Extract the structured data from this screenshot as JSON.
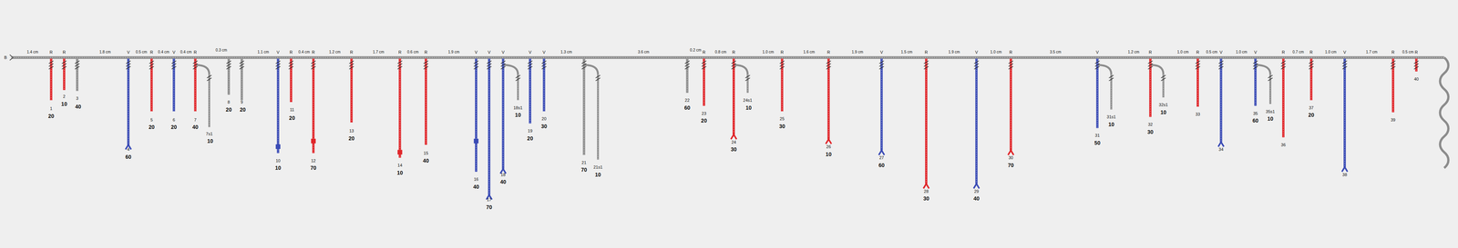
{
  "diagram": {
    "labels": [
      "B",
      "1.4 cm",
      "R",
      "1",
      "20",
      "R",
      "2",
      "10",
      "3",
      "40",
      "1.8 cm",
      "V",
      "4",
      "60",
      "0.5 cm",
      "R",
      "5",
      "20",
      "0.4 cm",
      "V",
      "6",
      "20",
      "0.4 cm",
      "R",
      "7",
      "40",
      "7s1",
      "10",
      "0.3 cm",
      "8",
      "20",
      "9",
      "20",
      "1.1 cm",
      "V",
      "10",
      "10",
      "R",
      "11",
      "20",
      "0.4 cm",
      "R",
      "12",
      "70",
      "1.2 cm",
      "R",
      "13",
      "20",
      "1.7 cm",
      "R",
      "14",
      "10",
      "0.6 cm",
      "R",
      "15",
      "40",
      "1.9 cm",
      "V",
      "16",
      "40",
      "V",
      "17",
      "70",
      "V",
      "18",
      "40",
      "18s1",
      "10",
      "V",
      "19",
      "20",
      "V",
      "20",
      "30",
      "1.3 cm",
      "21",
      "70",
      "21s1",
      "10",
      "3.6 cm",
      "22",
      "60",
      "0.2 cm",
      "R",
      "23",
      "20",
      "0.8 cm",
      "R",
      "24",
      "30",
      "24s1",
      "10",
      "1.0 cm",
      "R",
      "25",
      "30",
      "1.6 cm",
      "R",
      "26",
      "10",
      "1.9 cm",
      "V",
      "27",
      "60",
      "1.5 cm",
      "R",
      "28",
      "30",
      "1.9 cm",
      "V",
      "29",
      "40",
      "1.0 cm",
      "R",
      "30",
      "70",
      "3.5 cm",
      "V",
      "31",
      "50",
      "31s1",
      "10",
      "1.2 cm",
      "R",
      "32",
      "30",
      "32s1",
      "10",
      "1.0 cm",
      "R",
      "33",
      "0.5 cm",
      "V",
      "34",
      "1.0 cm",
      "V",
      "35",
      "60",
      "35s1",
      "10",
      "R",
      "36",
      "0.7 cm",
      "R",
      "37",
      "20",
      "1.0 cm",
      "V",
      "38",
      "1.7 cm",
      "R",
      "39",
      "0.5 cm",
      "R",
      "40"
    ]
  }
}
